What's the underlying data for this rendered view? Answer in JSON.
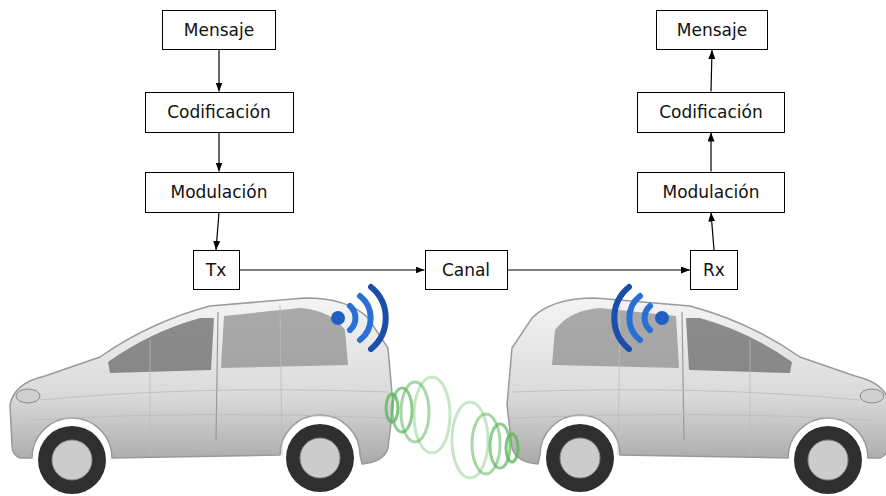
{
  "diagram": {
    "nodes": [
      {
        "text": [
          "Mensaje"
        ]
      },
      {
        "text": [
          "Codificación"
        ]
      },
      {
        "text": [
          "Modulación"
        ]
      },
      {
        "text": [
          "Tx"
        ]
      },
      {
        "text": [
          "Canal"
        ]
      },
      {
        "text": [
          "Rx"
        ]
      },
      {
        "text": [
          "Modulación"
        ]
      },
      {
        "text": [
          "Codificación"
        ]
      },
      {
        "text": [
          "Mensaje"
        ]
      }
    ],
    "edges": [
      {
        "from": 0,
        "to": 1,
        "arrow": "to"
      },
      {
        "from": 1,
        "to": 2,
        "arrow": "to"
      },
      {
        "from": 2,
        "to": 3,
        "arrow": "to"
      },
      {
        "from": 3,
        "to": 4,
        "arrow": "to"
      },
      {
        "from": 4,
        "to": 5,
        "arrow": "to"
      },
      {
        "from": 5,
        "to": 6,
        "arrow": "to"
      },
      {
        "from": 6,
        "to": 7,
        "arrow": "to"
      },
      {
        "from": 7,
        "to": 8,
        "arrow": "to"
      }
    ]
  }
}
